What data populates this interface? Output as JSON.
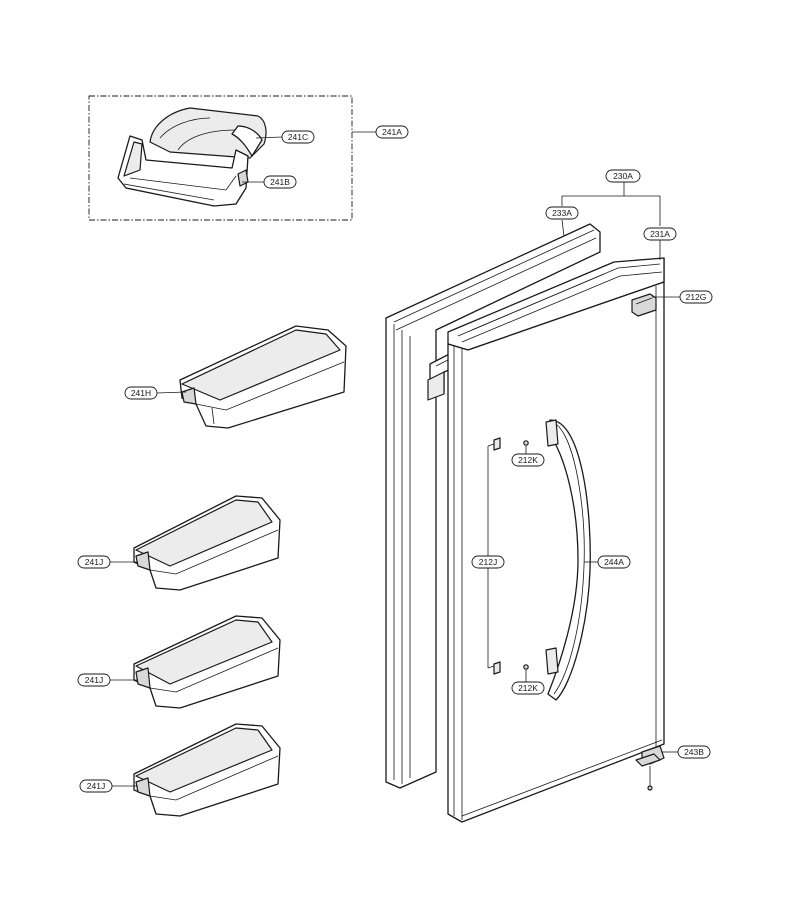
{
  "labels": {
    "kit_241A": "241A",
    "cover_241C": "241C",
    "basket_241B": "241B",
    "basket_241H": "241H",
    "basket_241J_1": "241J",
    "basket_241J_2": "241J",
    "basket_241J_3": "241J",
    "door_assy_230A": "230A",
    "gasket_233A": "233A",
    "door_231A": "231A",
    "cap_212G": "212G",
    "screw_212K_top": "212K",
    "screw_212K_bottom": "212K",
    "handle_bracket_212J": "212J",
    "handle_244A": "244A",
    "hinge_243B": "243B"
  }
}
